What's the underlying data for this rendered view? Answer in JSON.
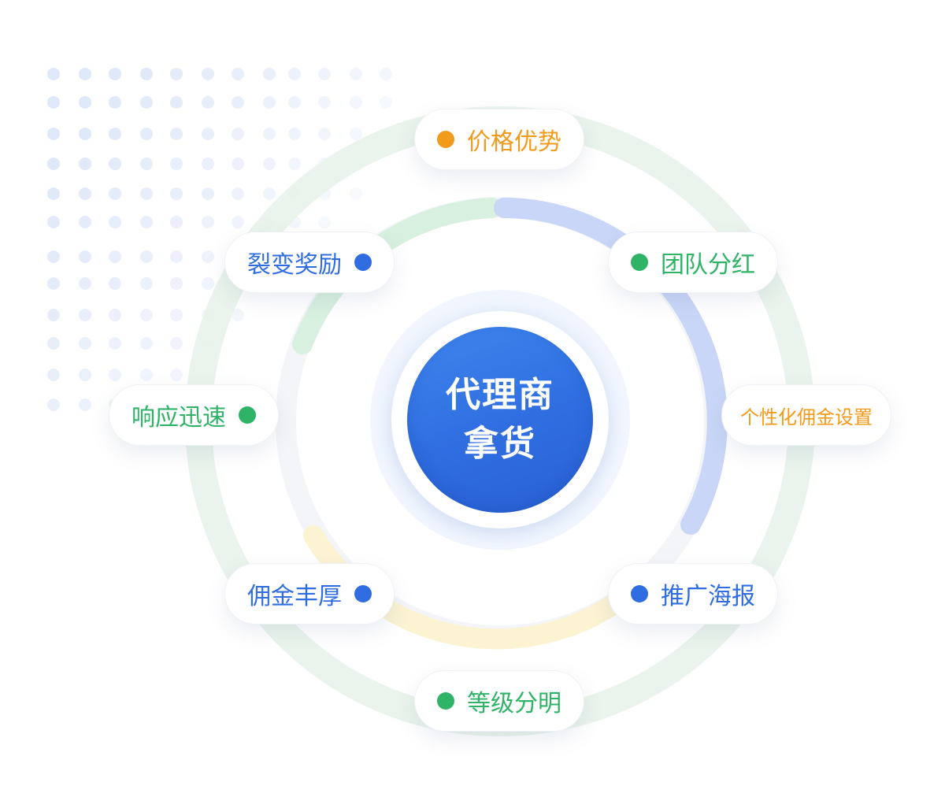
{
  "colors": {
    "blue": "#2f6de1",
    "green": "#2eb367",
    "orange": "#f29a1c",
    "core": "#2f6de0"
  },
  "center": {
    "line1": "代理商",
    "line2": "拿货"
  },
  "features": [
    {
      "label": "价格优势",
      "dot": "orange",
      "text_color": "orange",
      "dot_side": "left"
    },
    {
      "label": "团队分红",
      "dot": "green",
      "text_color": "green",
      "dot_side": "left"
    },
    {
      "label": "个性化佣金设置",
      "dot": "",
      "text_color": "orange",
      "dot_side": "none"
    },
    {
      "label": "推广海报",
      "dot": "blue",
      "text_color": "blue",
      "dot_side": "left"
    },
    {
      "label": "等级分明",
      "dot": "green",
      "text_color": "green",
      "dot_side": "left"
    },
    {
      "label": "佣金丰厚",
      "dot": "blue",
      "text_color": "blue",
      "dot_side": "right"
    },
    {
      "label": "响应迅速",
      "dot": "green",
      "text_color": "green",
      "dot_side": "right"
    },
    {
      "label": "裂变奖励",
      "dot": "blue",
      "text_color": "blue",
      "dot_side": "right"
    }
  ]
}
